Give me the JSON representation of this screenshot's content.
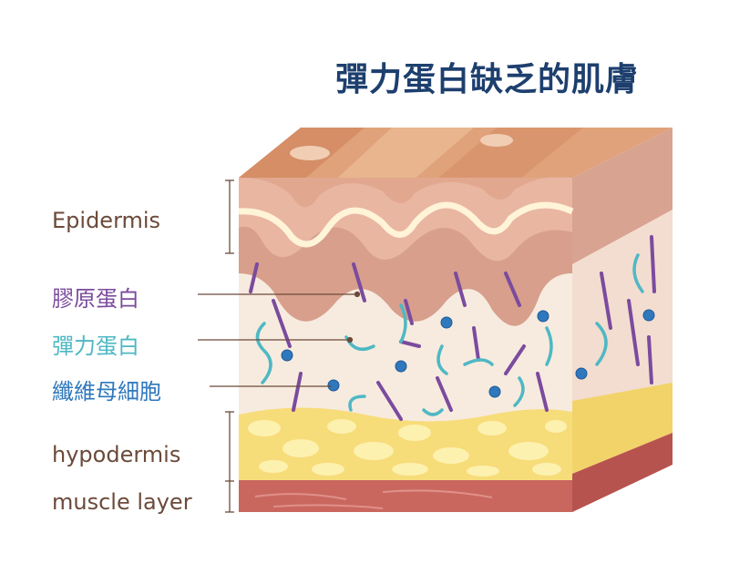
{
  "title": "彈力蛋白缺乏的肌膚",
  "labels": {
    "epidermis": "Epidermis",
    "collagen": "膠原蛋白",
    "elastin": "彈力蛋白",
    "fibroblast": "纖維母細胞",
    "hypodermis": "hypodermis",
    "muscle": "muscle  layer"
  },
  "colors": {
    "title": "#1d3f6e",
    "layer_labels": "#6b4a3a",
    "collagen": "#7b4b9e",
    "elastin": "#4fb8c4",
    "fibroblast": "#2f78bd",
    "dermis": "#f7ebdf",
    "hypodermis": "#f7dc7a",
    "muscle": "#c9675f"
  }
}
